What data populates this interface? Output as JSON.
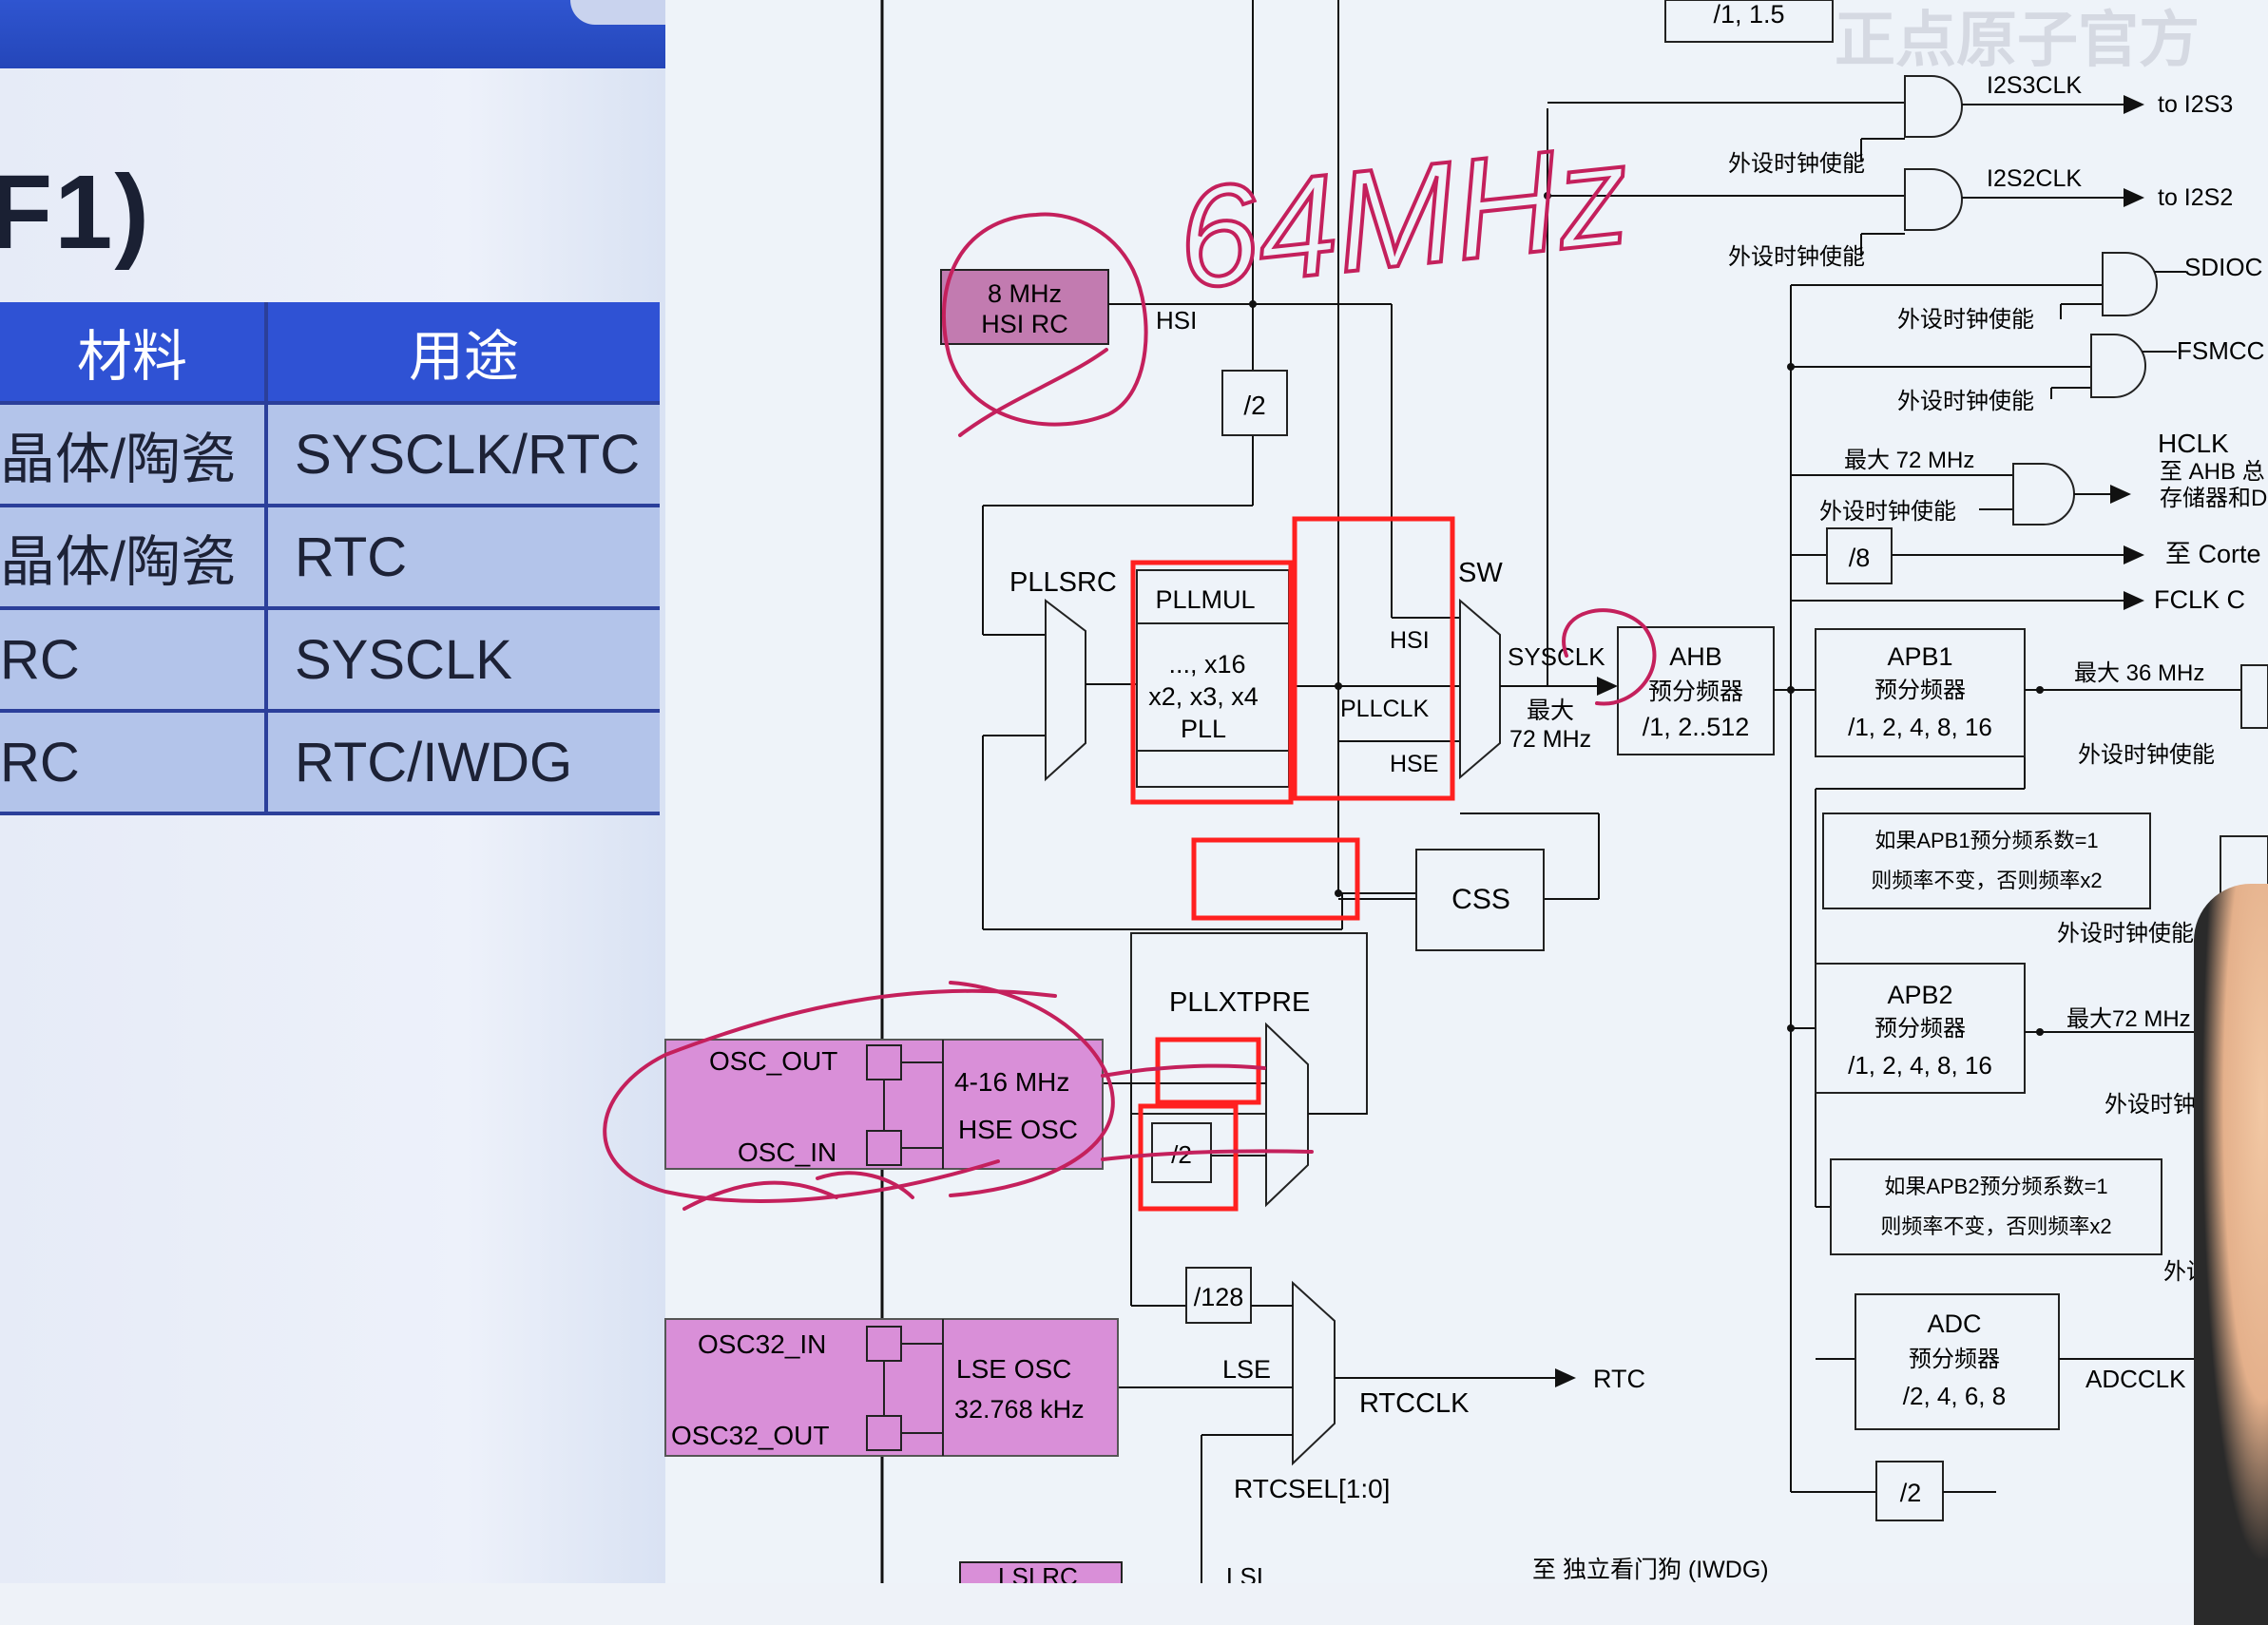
{
  "slide": {
    "title": "F1)",
    "table": {
      "headers": [
        "材料",
        "用途"
      ],
      "rows": [
        [
          "晶体/陶瓷",
          "SYSCLK/RTC"
        ],
        [
          "晶体/陶瓷",
          "RTC"
        ],
        [
          "RC",
          "SYSCLK"
        ],
        [
          "RC",
          "RTC/IWDG"
        ]
      ]
    }
  },
  "watermark": "正点原子官方",
  "annotation": "64MHz",
  "diagram": {
    "hsi_rc": [
      "8 MHz",
      "HSI RC"
    ],
    "hsi_label": "HSI",
    "div2_hsi": "/2",
    "pllsrc": "PLLSRC",
    "pllmul": "PLLMUL",
    "pll_block": [
      "..., x16",
      "x2, x3, x4",
      "PLL"
    ],
    "sw": "SW",
    "mux_hsi": "HSI",
    "mux_pllclk": "PLLCLK",
    "mux_hse": "HSE",
    "sysclk": "SYSCLK",
    "sysclk_max": [
      "最大",
      "72 MHz"
    ],
    "ahb": [
      "AHB",
      "预分频器",
      "/1, 2..512"
    ],
    "css": "CSS",
    "pllxtpre": "PLLXTPRE",
    "div2_hse": "/2",
    "osc_out": "OSC_OUT",
    "osc_in": "OSC_IN",
    "hse_osc": [
      "4-16 MHz",
      "HSE OSC"
    ],
    "div128": "/128",
    "osc32_in": "OSC32_IN",
    "osc32_out": "OSC32_OUT",
    "lse_osc": [
      "LSE OSC",
      "32.768 kHz"
    ],
    "lse_label": "LSE",
    "rtcclk": "RTCCLK",
    "rtc": "RTC",
    "rtcsel": "RTCSEL[1:0]",
    "lsi_rc": "LSI RC",
    "lsi_label": "LSI",
    "iwdg": "至 独立看门狗 (IWDG)",
    "top_div": "/1, 1.5",
    "i2s3clk": "I2S3CLK",
    "to_i2s3": "to I2S3",
    "i2s2clk": "I2S2CLK",
    "to_i2s2": "to I2S2",
    "periph_enable": "外设时钟使能",
    "sdioclk": "SDIOC",
    "fsmcclk": "FSMCC",
    "max_72": "最大 72 MHz",
    "hclk": [
      "HCLK",
      "至 AHB 总",
      "存储器和D"
    ],
    "div8": "/8",
    "to_cortex": "至 Corte",
    "fclk": "FCLK C",
    "apb1": [
      "APB1",
      "预分频器",
      "/1, 2, 4, 8, 16"
    ],
    "max_36": "最大 36 MHz",
    "apb1_note": [
      "如果APB1预分频系数=1",
      "则频率不变，否则频率x2"
    ],
    "apb2": [
      "APB2",
      "预分频器",
      "/1, 2, 4, 8, 16"
    ],
    "max_72b": "最大72 MHz",
    "apb2_note": [
      "如果APB2预分频系数=1",
      "则频率不变，否则频率x2"
    ],
    "adc": [
      "ADC",
      "预分频器",
      "/2, 4, 6, 8"
    ],
    "adcclk": "ADCCLK 最大",
    "div2_bottom": "/2",
    "periph_enable_cut": "外设时钟",
    "periph_enable_cut2": "外设时"
  },
  "colors": {
    "highlight_fill": "#d98fd8",
    "ink_pen": "#c4205c",
    "red_box": "#ff2020",
    "banner": "#2f52d4"
  }
}
